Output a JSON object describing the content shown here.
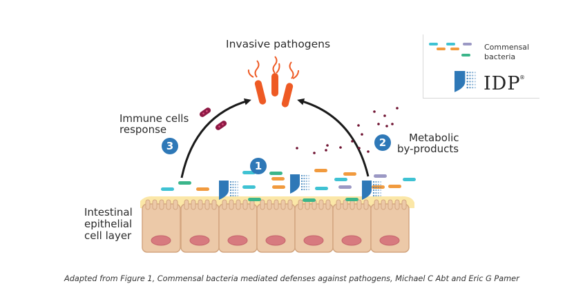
{
  "title": "Invasive pathogens",
  "labels": {
    "immune": [
      "Immune cells",
      "response"
    ],
    "metabolic": [
      "Metabolic",
      "by-products"
    ],
    "layer": [
      "Intestinal",
      "epithelial",
      "cell layer"
    ]
  },
  "steps": [
    "1",
    "2",
    "3"
  ],
  "legend": {
    "commensal": [
      "Commensal",
      "bacteria"
    ],
    "brand": "IDP",
    "registered": "®"
  },
  "caption": "Adapted from Figure 1, Commensal bacteria mediated defenses against pathogens, Michael C Abt and Eric G Pamer",
  "colors": {
    "teal": "#3fc2d3",
    "green": "#3bb58a",
    "orange": "#f19a3e",
    "lavender": "#9b98c4",
    "pathogen": "#ee5a24",
    "cell": "#ecc9a8",
    "cell_outline": "#d3a680",
    "nucleus": "#d77a7f",
    "mucus": "#fbe7a7",
    "shield": "#2e78b7",
    "dots": "#6e1130",
    "immune_cell": "#8e1a45",
    "badge": "#2e78b7"
  },
  "icons": [
    "shield-icon",
    "pathogen-icon",
    "arrow-icon"
  ]
}
